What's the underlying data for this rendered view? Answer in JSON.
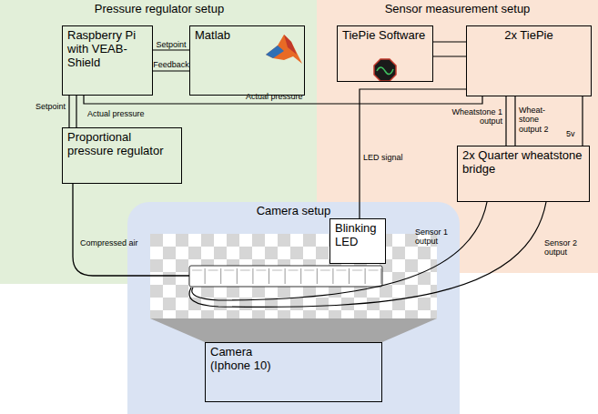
{
  "diagram": {
    "nodes": [
      {
        "text": [
          "Pressure regulator setup"
        ]
      },
      {
        "text": [
          "Sensor measurement setup"
        ]
      },
      {
        "text": [
          "Camera setup"
        ]
      },
      {
        "text": [
          "Raspberry Pi with VEAB-Shield"
        ],
        "in": 0
      },
      {
        "text": [
          "Matlab"
        ],
        "in": 0
      },
      {
        "text": [
          "Proportional pressure regulator"
        ],
        "in": 0
      },
      {
        "text": [
          "TiePie Software"
        ],
        "in": 1
      },
      {
        "text": [
          "2x TiePie"
        ],
        "in": 1
      },
      {
        "text": [
          "2x Quarter wheatstone bridge"
        ],
        "in": 1
      },
      {
        "text": [
          "Blinking LED"
        ],
        "in": 2
      },
      {
        "text": [
          "Camera (Iphone 10)"
        ],
        "in": 2
      }
    ],
    "edges": [
      {
        "from": 3,
        "to": 4,
        "label": "Setpoint",
        "arrow": "none"
      },
      {
        "from": 4,
        "to": 3,
        "label": "Feedback",
        "arrow": "none"
      },
      {
        "from": 3,
        "to": 5,
        "label": "Setpoint",
        "arrow": "none"
      },
      {
        "from": 3,
        "to": 5,
        "label": "Actual pressure",
        "arrow": "none"
      },
      {
        "from": 3,
        "to": 7,
        "label": "Actual pressure",
        "arrow": "none"
      },
      {
        "from": 6,
        "to": 7,
        "arrow": "none"
      },
      {
        "from": 6,
        "to": 7,
        "arrow": "none"
      },
      {
        "from": 7,
        "to": 8,
        "label": "Wheatstone 1 output",
        "arrow": "none"
      },
      {
        "from": 7,
        "to": 8,
        "label": "Wheat- stone output 2",
        "arrow": "none"
      },
      {
        "from": 7,
        "to": 8,
        "label": "5v",
        "arrow": "none"
      },
      {
        "from": 7,
        "to": 9,
        "label": "LED signal",
        "arrow": "none"
      }
    ],
    "labels": [
      "Compressed air",
      "Sensor 1 output",
      "Sensor 2 output"
    ]
  }
}
